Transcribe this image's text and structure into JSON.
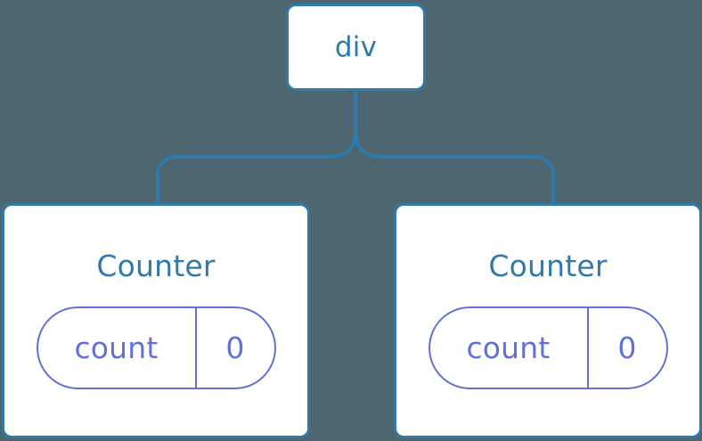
{
  "diagram": {
    "background_color": "#4d6670",
    "node_stroke_color": "#2e7aab",
    "node_fill_color": "#ffffff",
    "edge_color": "#2e7aab",
    "state_stroke_color": "#6370d6",
    "state_text_color": "#6370d6",
    "title_text_color": "#2e7aab",
    "root": {
      "label": "div"
    },
    "children": [
      {
        "label": "Counter",
        "state": {
          "key": "count",
          "value": "0"
        }
      },
      {
        "label": "Counter",
        "state": {
          "key": "count",
          "value": "0"
        }
      }
    ]
  }
}
